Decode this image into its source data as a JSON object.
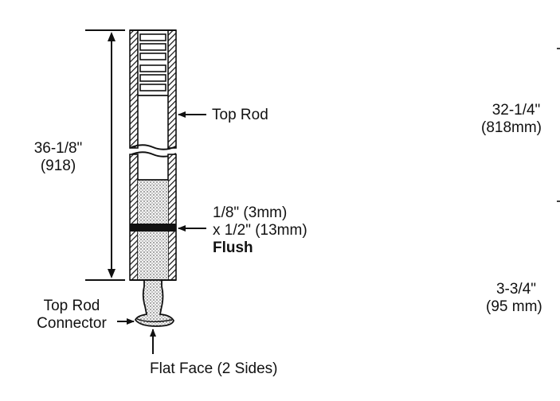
{
  "labels": {
    "overall_length": "36-1/8\"",
    "overall_length_metric": "(918)",
    "top_rod": "Top Rod",
    "slot_size_1": "1/8\" (3mm)",
    "slot_size_2": "x 1/2\" (13mm)",
    "flush": "Flush",
    "connector_1": "Top Rod",
    "connector_2": "Connector",
    "flat_face": "Flat Face (2 Sides)",
    "right_dim_1": "32-1/4\"",
    "right_dim_1_metric": "(818mm)",
    "right_dim_2": "3-3/4\"",
    "right_dim_2_metric": "(95 mm)"
  },
  "colors": {
    "ink": "#111111",
    "background": "#ffffff"
  }
}
